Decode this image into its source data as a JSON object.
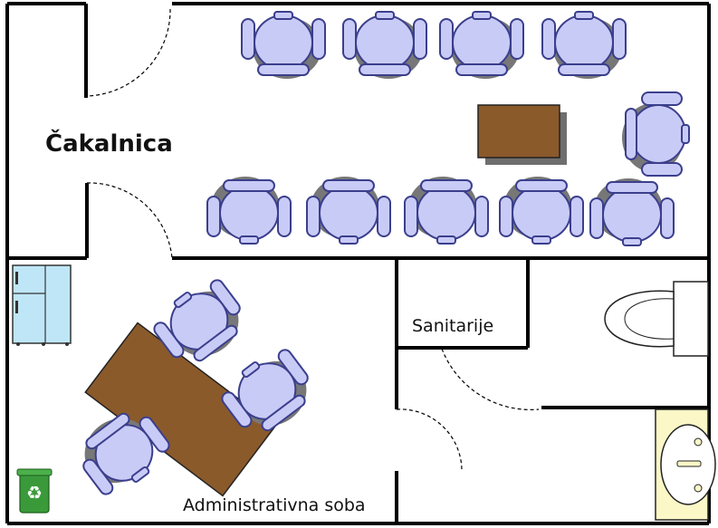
{
  "rooms": {
    "waiting_room": "Čakalnica",
    "sanitary": "Sanitarije",
    "admin_office": "Administrativna soba"
  },
  "icons": {
    "recycle": "recycling-bin-icon",
    "fridge": "refrigerator-icon",
    "toilet": "toilet-icon",
    "sink": "sink-icon",
    "chair": "chair-icon"
  },
  "colors": {
    "wall": "#000000",
    "floor": "#ffffff",
    "chair_fill": "#c9cbf7",
    "chair_stroke": "#3b3f8c",
    "table": "#8b5a2b",
    "shadow": "#6e6e6e",
    "fridge": "#bfe6f7",
    "sink_bg": "#fbf7c7",
    "bin": "#3a9a3a"
  }
}
